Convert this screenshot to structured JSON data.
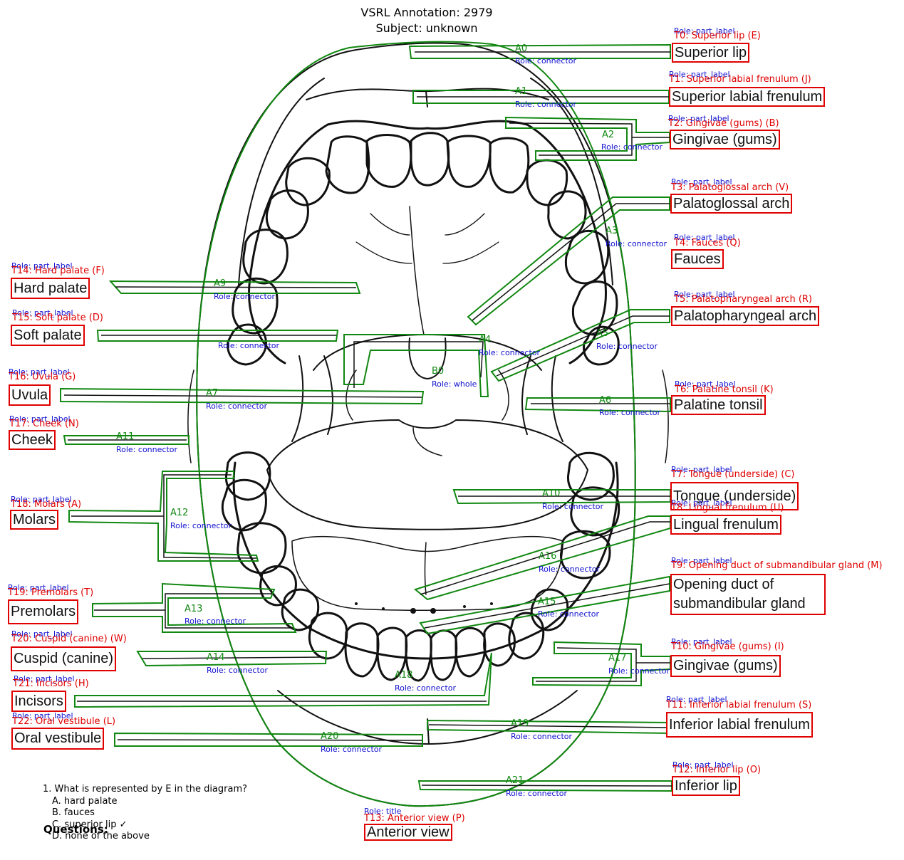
{
  "header": {
    "line1": "VSRL Annotation: 2979",
    "line2": "Subject: unknown"
  },
  "labels": {
    "T0": {
      "tid": "T0: Superior lip (E)",
      "text": "Superior lip",
      "role": "Role: part_label"
    },
    "T1": {
      "tid": "T1: Superior labial frenulum (J)",
      "text": "Superior labial frenulum",
      "role": "Role: part_label"
    },
    "T2": {
      "tid": "T2: Gingivae (gums) (B)",
      "text": "Gingivae (gums)",
      "role": "Role: part_label"
    },
    "T3": {
      "tid": "T3: Palatoglossal arch (V)",
      "text": "Palatoglossal arch",
      "role": "Role: part_label"
    },
    "T4": {
      "tid": "T4: Fauces (Q)",
      "text": "Fauces",
      "role": "Role: part_label"
    },
    "T5": {
      "tid": "T5: Palatopharyngeal arch (R)",
      "text": "Palatopharyngeal arch",
      "role": "Role: part_label"
    },
    "T6": {
      "tid": "T6: Palatine tonsil (K)",
      "text": "Palatine tonsil",
      "role": "Role: part_label"
    },
    "T7": {
      "tid": "T7: Tongue (underside) (C)",
      "text": "Tongue (underside)",
      "role": "Role: part_label"
    },
    "T8": {
      "tid": "T8: Lingual frenulum (U)",
      "text": "Lingual frenulum",
      "role": "Role: part_label"
    },
    "T9": {
      "tid": "T9: Opening duct of submandibular gland (M)",
      "text": "Opening duct of submandibular gland",
      "role": "Role: part_label"
    },
    "T10": {
      "tid": "T10: Gingivae (gums) (I)",
      "text": "Gingivae (gums)",
      "role": "Role: part_label"
    },
    "T11": {
      "tid": "T11: Inferior labial frenulum (S)",
      "text": "Inferior labial frenulum",
      "role": "Role: part_label"
    },
    "T12": {
      "tid": "T12: Inferior lip (O)",
      "text": "Inferior lip",
      "role": "Role: part_label"
    },
    "T13": {
      "tid": "T13: Anterior view (P)",
      "text": "Anterior view",
      "role": "Role: title"
    },
    "T14": {
      "tid": "T14: Hard palate (F)",
      "text": "Hard palate",
      "role": "Role: part_label"
    },
    "T15": {
      "tid": "T15: Soft palate (D)",
      "text": "Soft palate",
      "role": "Role: part_label"
    },
    "T16": {
      "tid": "T16: Uvula (G)",
      "text": "Uvula",
      "role": "Role: part_label"
    },
    "T17": {
      "tid": "T17: Cheek (N)",
      "text": "Cheek",
      "role": "Role: part_label"
    },
    "T18": {
      "tid": "T18: Molars (A)",
      "text": "Molars",
      "role": "Role: part_label"
    },
    "T19": {
      "tid": "T19: Premolars (T)",
      "text": "Premolars",
      "role": "Role: part_label"
    },
    "T20": {
      "tid": "T20: Cuspid (canine) (W)",
      "text": "Cuspid (canine)",
      "role": "Role: part_label"
    },
    "T21": {
      "tid": "T21: Incisors (H)",
      "text": "Incisors",
      "role": "Role: part_label"
    },
    "T22": {
      "tid": "T22: Oral vestibule (L)",
      "text": "Oral vestibule",
      "role": "Role: part_label"
    }
  },
  "connectors": {
    "A0": "A0",
    "A1": "A1",
    "A2": "A2",
    "A3": "A3",
    "A4": "A4",
    "A5": "A5",
    "A6": "A6",
    "A7": "A7",
    "A9": "A9",
    "A10": "A10",
    "A11": "A11",
    "A12": "A12",
    "A13": "A13",
    "A14": "A14",
    "A15": "A15",
    "A16": "A16",
    "A17": "A17",
    "A18": "A18",
    "A19": "A19",
    "A20": "A20",
    "A21": "A21",
    "B0": "B0",
    "role": "Role: connector",
    "whole_role": "Role: whole"
  },
  "questions": {
    "title": "Questions:",
    "q1": "1. What is represented by E in the diagram?",
    "options": [
      "A. hard palate",
      "B. fauces",
      "C. superior lip ✓",
      "D. none of the above"
    ]
  },
  "colors": {
    "label_border": "#e00000",
    "connector": "#118811",
    "role_text": "#1010d0"
  }
}
